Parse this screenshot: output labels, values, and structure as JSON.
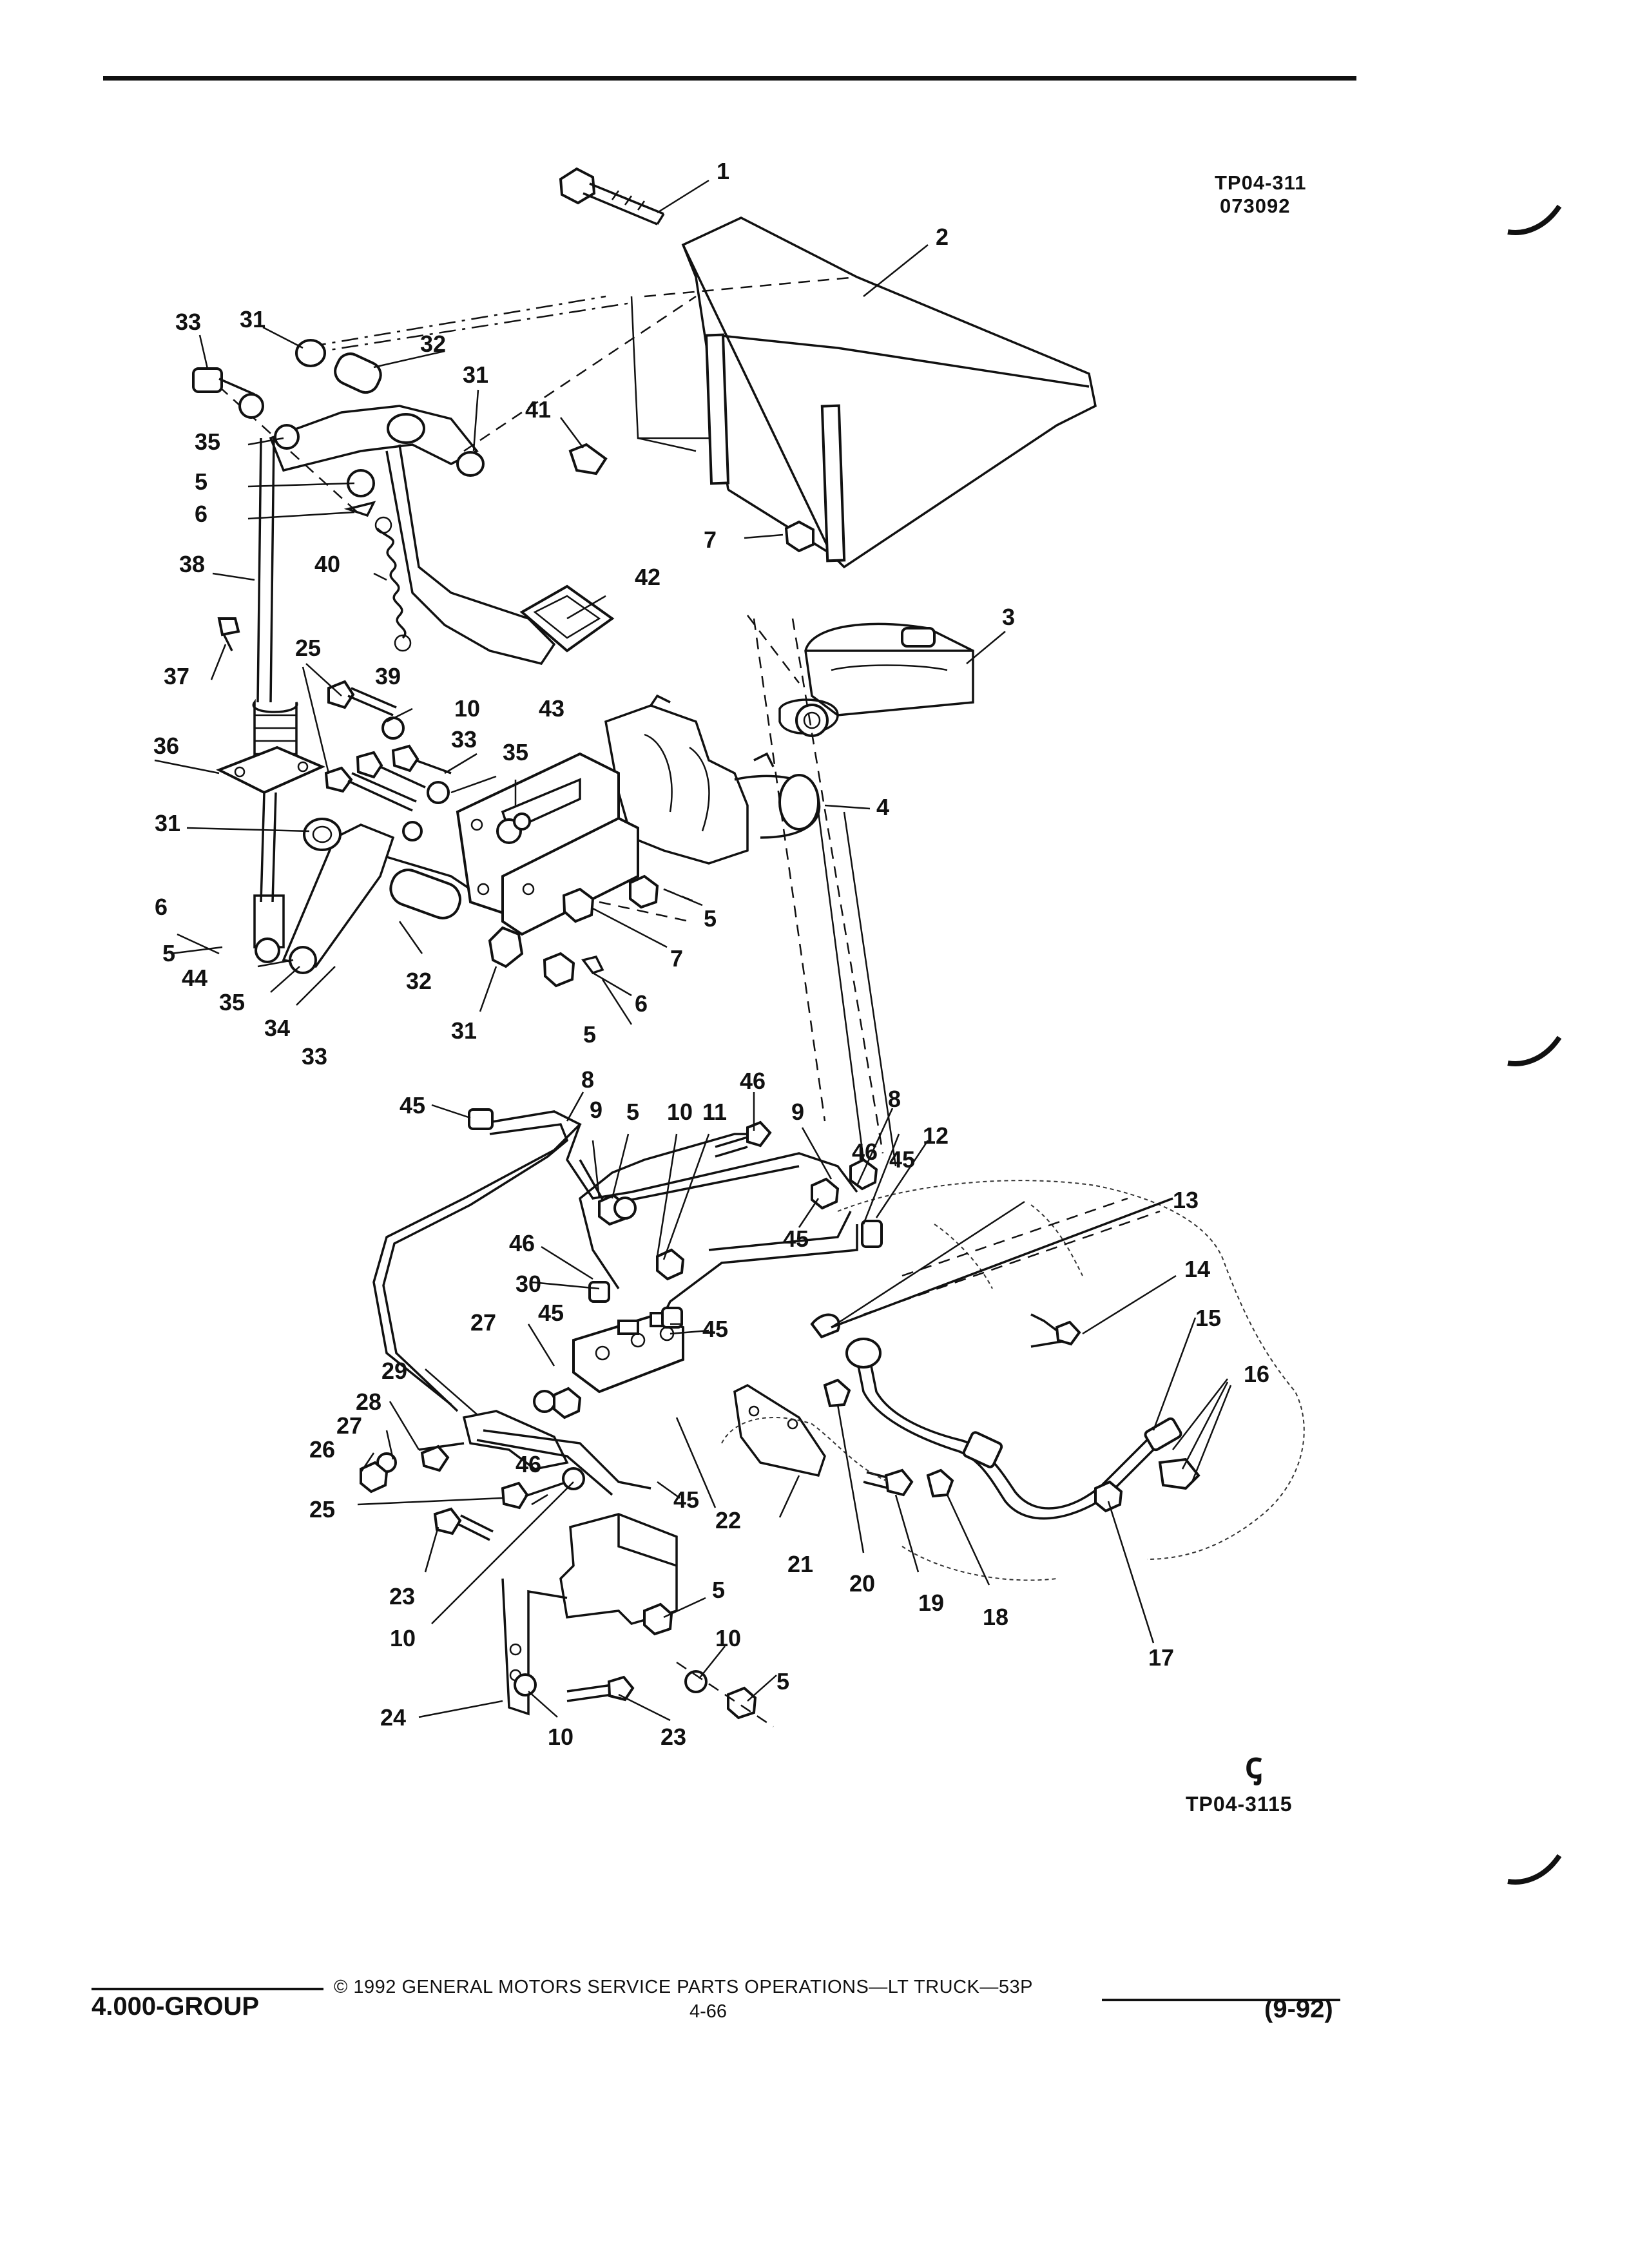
{
  "figure": {
    "code_top_line1": "TP04-311",
    "code_top_line2": "073092",
    "code_bottom": "TP04-3115",
    "logo_glyph": "ꞔ"
  },
  "callouts": [
    "1",
    "2",
    "3",
    "4",
    "5",
    "6",
    "7",
    "8",
    "9",
    "10",
    "11",
    "12",
    "13",
    "14",
    "15",
    "16",
    "17",
    "18",
    "19",
    "20",
    "21",
    "22",
    "23",
    "24",
    "25",
    "26",
    "27",
    "28",
    "29",
    "30",
    "31",
    "32",
    "33",
    "34",
    "35",
    "36",
    "37",
    "38",
    "39",
    "40",
    "41",
    "42",
    "43",
    "44",
    "45",
    "46"
  ],
  "footer": {
    "group": "4.000-GROUP",
    "copyright": "© 1992 GENERAL MOTORS SERVICE PARTS OPERATIONS—LT TRUCK—53P",
    "page": "4-66",
    "date": "(9-92)"
  }
}
